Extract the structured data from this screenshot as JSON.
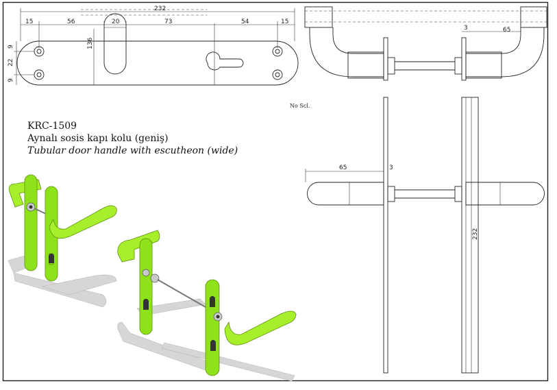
{
  "drawing": {
    "product_code": "KRC-1509",
    "name_tr": "Aynalı sosis kapı kolu (geniş)",
    "name_en": "Tubular door handle with escutheon (wide)",
    "scale_note": "No Scl."
  },
  "dimensions": {
    "overall_width": "232",
    "seg_15_left": "15",
    "seg_56": "56",
    "seg_20": "20",
    "seg_73": "73",
    "seg_54": "54",
    "seg_15_right": "15",
    "height_136": "136",
    "v_9_top": "9",
    "v_22": "22",
    "v_9_bottom": "9",
    "top_view_3": "3",
    "top_view_65": "65",
    "side_65": "65",
    "side_3": "3",
    "side_232": "232"
  },
  "colors": {
    "handle": "#a6ef2a",
    "line": "#222222",
    "border": "#222222"
  }
}
